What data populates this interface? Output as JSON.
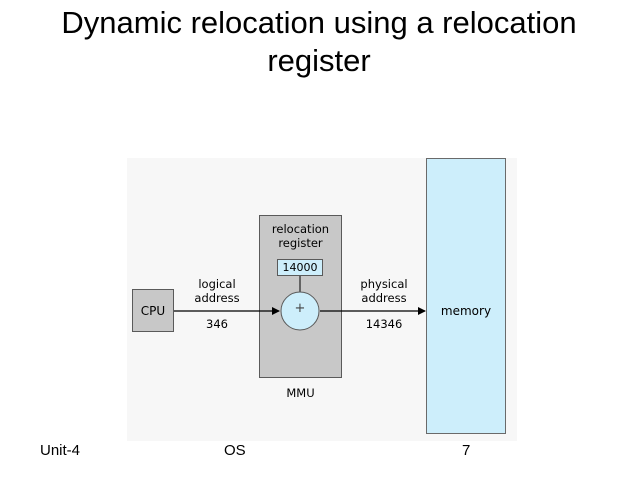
{
  "slide": {
    "title_line1": "Dynamic relocation using a relocation",
    "title_line2": "register"
  },
  "diagram": {
    "cpu": "CPU",
    "relocation_label_line1": "relocation",
    "relocation_label_line2": "register",
    "relocation_value": "14000",
    "plus": "+",
    "mmu": "MMU",
    "logical_line1": "logical",
    "logical_line2": "address",
    "logical_value": "346",
    "physical_line1": "physical",
    "physical_line2": "address",
    "physical_value": "14346",
    "memory": "memory"
  },
  "footer": {
    "left": "Unit-4",
    "center": "OS",
    "right": "7"
  },
  "colors": {
    "memory_fill": "#cdeefb",
    "box_fill": "#c8c8c8"
  }
}
